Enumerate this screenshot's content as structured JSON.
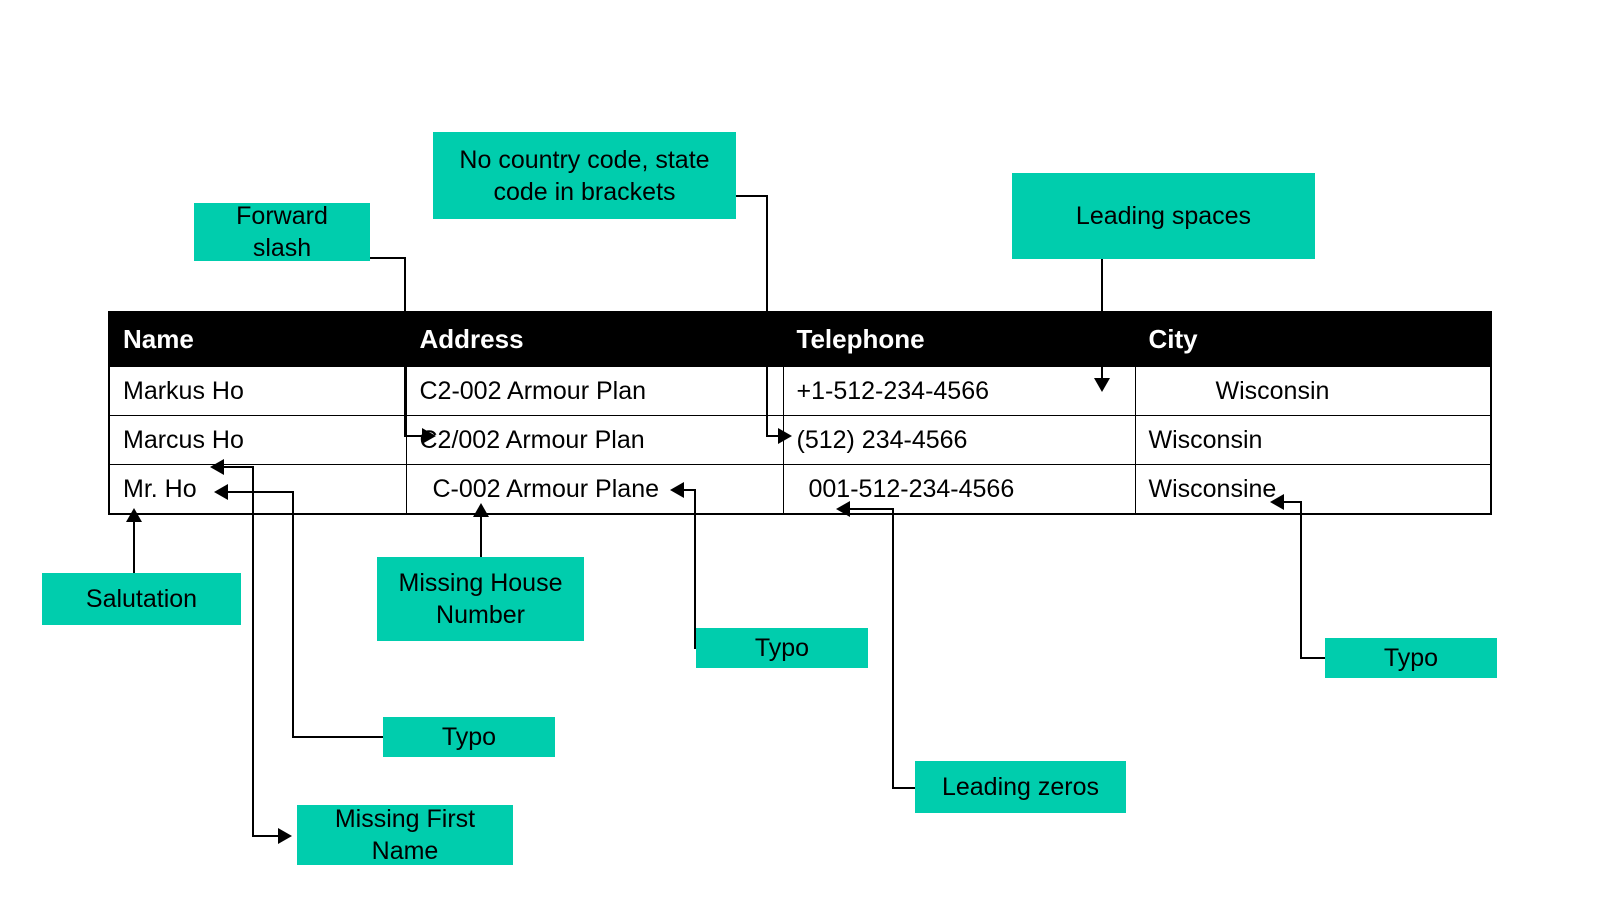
{
  "table": {
    "headers": [
      "Name",
      "Address",
      "Telephone",
      "City"
    ],
    "rows": [
      {
        "name": "Markus Ho",
        "address": "C2-002 Armour Plan",
        "telephone": "+1-512-234-4566",
        "city": "Wisconsin"
      },
      {
        "name": "Marcus Ho",
        "address": "C2/002 Armour Plan",
        "telephone": "(512) 234-4566",
        "city": "Wisconsin"
      },
      {
        "name": "Mr. Ho",
        "address": "C-002 Armour Plane",
        "telephone": "001-512-234-4566",
        "city": "Wisconsine"
      }
    ]
  },
  "callouts": {
    "forward_slash": "Forward\nslash",
    "no_country_code": "No country code, state\ncode in brackets",
    "leading_spaces": "Leading spaces",
    "salutation": "Salutation",
    "missing_house_number": "Missing House\nNumber",
    "typo_address": "Typo",
    "typo_name": "Typo",
    "typo_city": "Typo",
    "missing_first_name": "Missing First\nName",
    "leading_zeros": "Leading zeros"
  },
  "colors": {
    "callout_fill": "#00CDAD",
    "header_bg": "#000000",
    "header_text": "#FFFFFF",
    "line": "#000000",
    "page_bg": "#FFFFFF"
  }
}
